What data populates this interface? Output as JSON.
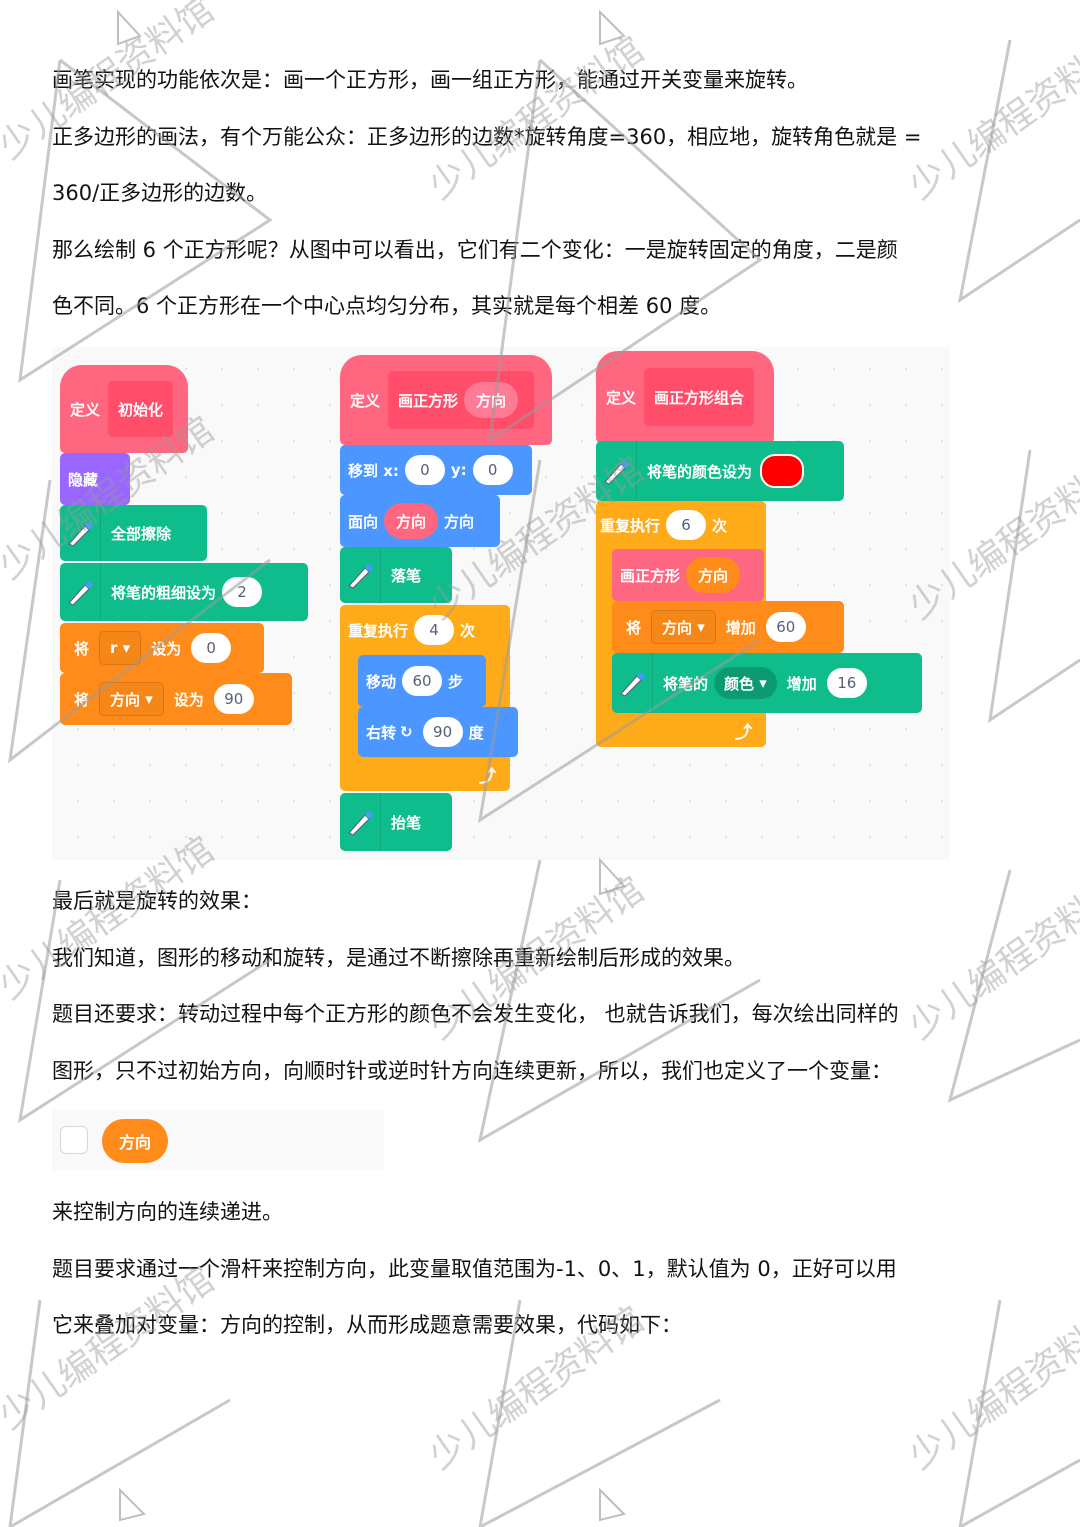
{
  "paragraphs": [
    "画笔实现的功能依次是：画一个正方形，画一组正方形，能通过开关变量来旋转。",
    "正多边形的画法，有个万能公众：正多边形的边数*旋转角度=360，相应地，旋转角色就是 =",
    "360/正多边形的边数。",
    "那么绘制 6 个正方形呢？从图中可以看出，它们有二个变化：一是旋转固定的角度，二是颜",
    "色不同。6 个正方形在一个中心点均匀分布，其实就是每个相差 60 度。",
    "最后就是旋转的效果：",
    "我们知道，图形的移动和旋转，是通过不断擦除再重新绘制后形成的效果。",
    "题目还要求：转动过程中每个正方形的颜色不会发生变化， 也就告诉我们，每次绘出同样的",
    "图形，只不过初始方向，向顺时针或逆时针方向连续更新，所以，我们也定义了一个变量：",
    "来控制方向的连续递进。",
    "题目要求通过一个滑杆来控制方向，此变量取值范围为-1、0、1，默认值为 0，正好可以用",
    "它来叠加对变量：方向的控制，从而形成题意需要效果，代码如下："
  ],
  "scripts": {
    "init": {
      "define": "定义",
      "name": "初始化",
      "hide": "隐藏",
      "clear": "全部擦除",
      "pen_size_label": "将笔的粗细设为",
      "pen_size_value": "2",
      "set1_prefix": "将",
      "set1_var": "r",
      "set1_label": "设为",
      "set1_value": "0",
      "set2_prefix": "将",
      "set2_var": "方向",
      "set2_label": "设为",
      "set2_value": "90"
    },
    "draw_square": {
      "define": "定义",
      "name": "画正方形",
      "param": "方向",
      "goto_label": "移到 x:",
      "goto_x": "0",
      "goto_y_label": "y:",
      "goto_y": "0",
      "point_label": "面向",
      "point_param": "方向",
      "point_suffix": "方向",
      "pen_down": "落笔",
      "repeat_label": "重复执行",
      "repeat_count": "4",
      "repeat_suffix": "次",
      "move_label": "移动",
      "move_steps": "60",
      "move_suffix": "步",
      "turn_label": "右转",
      "turn_icon": "↻",
      "turn_degrees": "90",
      "turn_suffix": "度",
      "loop_icon": "⤴",
      "pen_up": "抬笔"
    },
    "draw_group": {
      "define": "定义",
      "name": "画正方形组合",
      "pen_color_label": "将笔的颜色设为",
      "pen_color": "#ff0000",
      "repeat_label": "重复执行",
      "repeat_count": "6",
      "repeat_suffix": "次",
      "call_name": "画正方形",
      "call_arg": "方向",
      "change_prefix": "将",
      "change_var": "方向",
      "change_label": "增加",
      "change_value": "60",
      "pen_change_label": "将笔的",
      "pen_change_param": "颜色",
      "pen_change_by": "增加",
      "pen_change_value": "16",
      "loop_icon": "⤴"
    }
  },
  "variable_monitor": {
    "checked": false,
    "name": "方向"
  },
  "watermark": "少儿编程资料馆",
  "colors": {
    "custom_block": "#ff6680",
    "looks": "#9966ff",
    "pen": "#0fbd8c",
    "motion": "#4c97ff",
    "control": "#ffab19",
    "variables": "#ff8c1a"
  }
}
